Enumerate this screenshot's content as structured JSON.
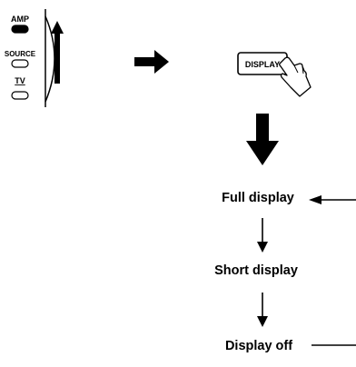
{
  "remote": {
    "buttons": [
      {
        "label": "AMP",
        "state": "selected"
      },
      {
        "label": "SOURCE",
        "state": "normal"
      },
      {
        "label": "TV",
        "state": "normal"
      }
    ],
    "slide_direction": "up"
  },
  "display_button": {
    "label": "DISPLAY"
  },
  "cycle": {
    "states": [
      "Full display",
      "Short display",
      "Display off"
    ],
    "loops_back": true
  },
  "colors": {
    "ink": "#000000",
    "background": "#ffffff",
    "button_fill": "#ffffff",
    "selected_fill": "#000000"
  },
  "icons": {
    "hand": "pointing-hand-icon",
    "arrow": "block-arrow-icon"
  }
}
